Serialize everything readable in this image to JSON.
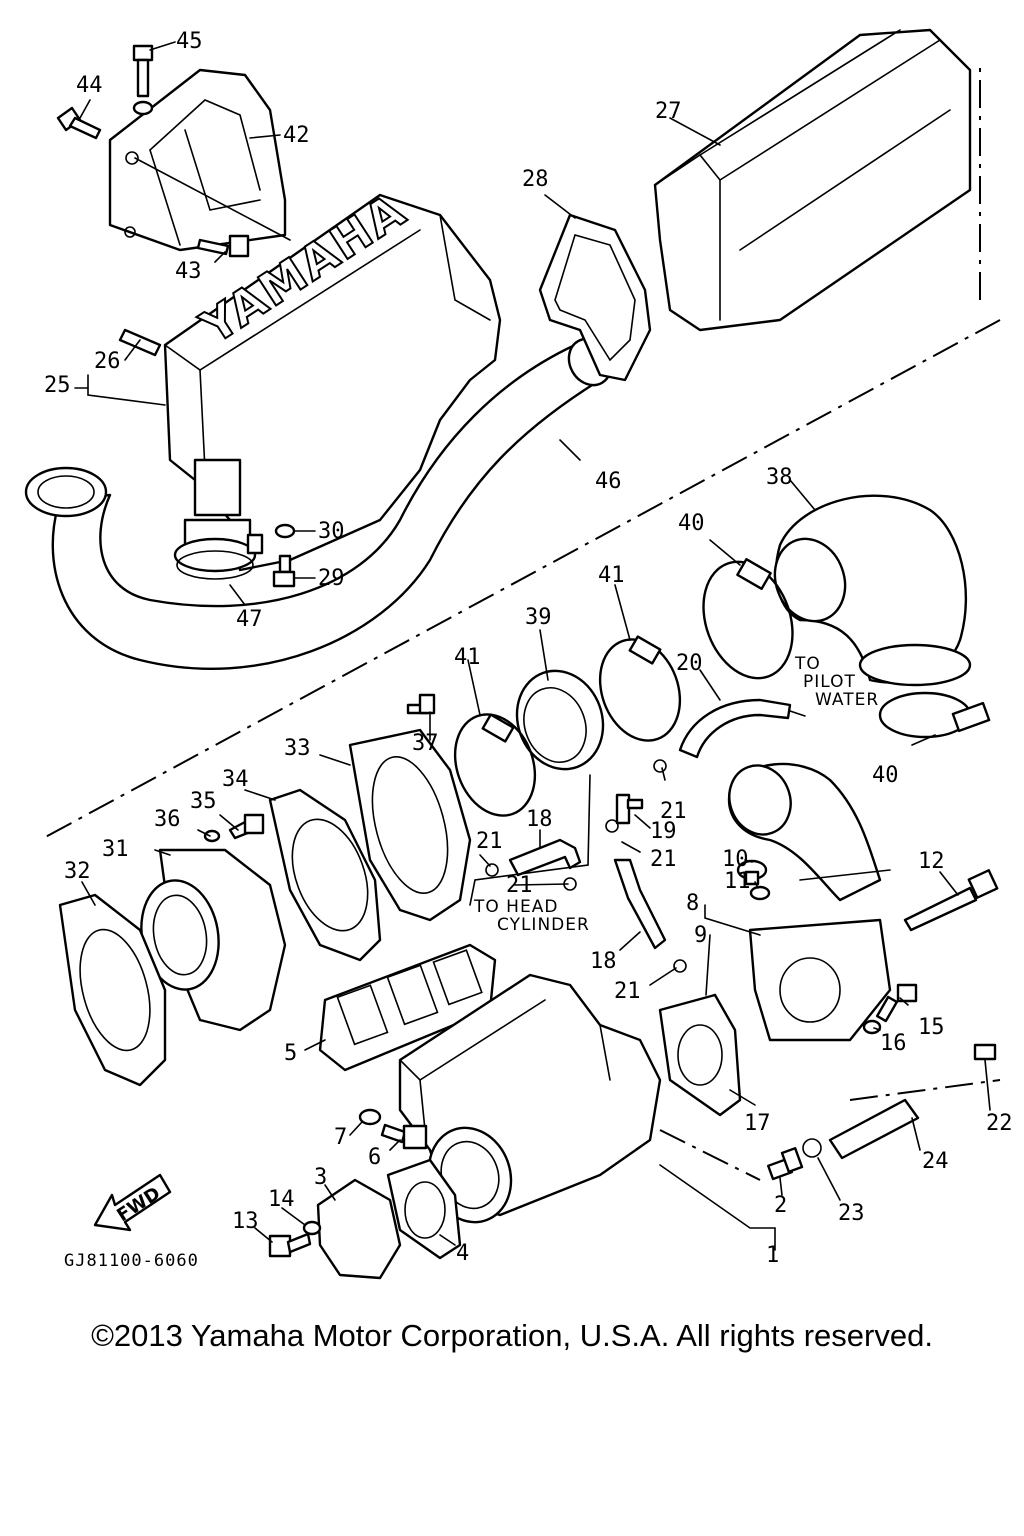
{
  "diagram": {
    "brand_text": "YAMAHA",
    "fwd_text": "FWD",
    "drawing_code": "GJ81100-6060",
    "notes": {
      "to_pilot_water": [
        "TO",
        "PILOT",
        "WATER"
      ],
      "to_head_cylinder": [
        "TO HEAD",
        "CYLINDER"
      ]
    },
    "callouts": [
      {
        "id": "c45",
        "number": "45"
      },
      {
        "id": "c44",
        "number": "44"
      },
      {
        "id": "c42",
        "number": "42"
      },
      {
        "id": "c43",
        "number": "43"
      },
      {
        "id": "c27",
        "number": "27"
      },
      {
        "id": "c28",
        "number": "28"
      },
      {
        "id": "c26",
        "number": "26"
      },
      {
        "id": "c25",
        "number": "25"
      },
      {
        "id": "c46",
        "number": "46"
      },
      {
        "id": "c30",
        "number": "30"
      },
      {
        "id": "c29",
        "number": "29"
      },
      {
        "id": "c47",
        "number": "47"
      },
      {
        "id": "c38",
        "number": "38"
      },
      {
        "id": "c40a",
        "number": "40"
      },
      {
        "id": "c41a",
        "number": "41"
      },
      {
        "id": "c39",
        "number": "39"
      },
      {
        "id": "c41b",
        "number": "41"
      },
      {
        "id": "c20",
        "number": "20"
      },
      {
        "id": "c37",
        "number": "37"
      },
      {
        "id": "c33",
        "number": "33"
      },
      {
        "id": "c34",
        "number": "34"
      },
      {
        "id": "c35",
        "number": "35"
      },
      {
        "id": "c36",
        "number": "36"
      },
      {
        "id": "c31",
        "number": "31"
      },
      {
        "id": "c32",
        "number": "32"
      },
      {
        "id": "c18a",
        "number": "18"
      },
      {
        "id": "c21a",
        "number": "21"
      },
      {
        "id": "c21b",
        "number": "21"
      },
      {
        "id": "c19",
        "number": "19"
      },
      {
        "id": "c21c",
        "number": "21"
      },
      {
        "id": "c21d",
        "number": "21"
      },
      {
        "id": "c40b",
        "number": "40"
      },
      {
        "id": "c10",
        "number": "10"
      },
      {
        "id": "c11",
        "number": "11"
      },
      {
        "id": "c12",
        "number": "12"
      },
      {
        "id": "c8",
        "number": "8"
      },
      {
        "id": "c9",
        "number": "9"
      },
      {
        "id": "c18b",
        "number": "18"
      },
      {
        "id": "c21e",
        "number": "21"
      },
      {
        "id": "c15",
        "number": "15"
      },
      {
        "id": "c16",
        "number": "16"
      },
      {
        "id": "c5",
        "number": "5"
      },
      {
        "id": "c17",
        "number": "17"
      },
      {
        "id": "c22",
        "number": "22"
      },
      {
        "id": "c7",
        "number": "7"
      },
      {
        "id": "c6",
        "number": "6"
      },
      {
        "id": "c24",
        "number": "24"
      },
      {
        "id": "c3",
        "number": "3"
      },
      {
        "id": "c14",
        "number": "14"
      },
      {
        "id": "c13",
        "number": "13"
      },
      {
        "id": "c2",
        "number": "2"
      },
      {
        "id": "c23",
        "number": "23"
      },
      {
        "id": "c4",
        "number": "4"
      },
      {
        "id": "c1",
        "number": "1"
      }
    ]
  },
  "footer": {
    "copyright": "©2013 Yamaha Motor Corporation, U.S.A. All rights reserved."
  }
}
